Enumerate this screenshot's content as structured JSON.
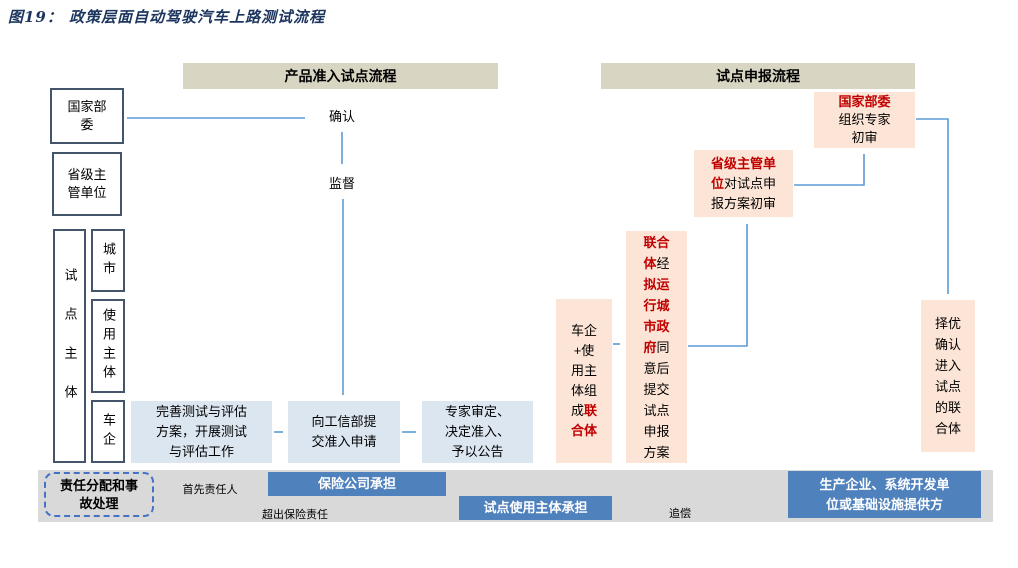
{
  "figure": {
    "title": "图19：  政策层面自动驾驶汽车上路测试流程"
  },
  "headers": {
    "admission": "产品准入试点流程",
    "application": "试点申报流程"
  },
  "left_column": {
    "national_ministries": "国家部委",
    "provincial_authority": "省级主管单位",
    "pilot_subject": "试点主体",
    "city": "城市",
    "user_subject": "使用主体",
    "automaker": "车企"
  },
  "admission_flow": {
    "confirm": "确认",
    "supervise": "监督",
    "step_improve": "完善测试与评估方案，开展测试与评估工作",
    "step_submit": "向工信部提交准入申请",
    "step_expert": "专家审定、决定准入、予以公告"
  },
  "application_flow": {
    "consortium": [
      {
        "t": "车企+使用主体组成"
      },
      {
        "t": "联合体",
        "c": "red"
      }
    ],
    "submit_plan": [
      {
        "t": "联合体",
        "c": "red"
      },
      {
        "t": "经"
      },
      {
        "t": "拟运行城市政府",
        "c": "red"
      },
      {
        "t": "同意后提交试点申报方案"
      }
    ],
    "provincial_review": [
      {
        "t": "省级主管单位",
        "c": "red"
      },
      {
        "t": "对试点申报方案初审"
      }
    ],
    "national_review": [
      {
        "t": "国家部委",
        "c": "red"
      },
      {
        "t": "组织专家初审"
      }
    ],
    "select_best": "择优确认进入试点的联合体"
  },
  "liability": {
    "responsibility": "责任分配和事故处理",
    "first_responsible": "首先责任人",
    "insurance_bears": "保险公司承担",
    "beyond_insurance": "超出保险责任",
    "pilot_user_bears": "试点使用主体承担",
    "recourse": "追偿",
    "producer": "生产企业、系统开发单位或基础设施提供方"
  },
  "colors": {
    "title_navy": "#1c355e",
    "header_tan": "#d9d5c3",
    "box_border": "#44546a",
    "light_blue": "#dce6f1",
    "peach": "#fce5d6",
    "red_text": "#c00000",
    "fill_blue": "#4f81bd",
    "gray_bar": "#d9d9d9",
    "arrow_blue": "#5b9bd5",
    "dashed_border": "#4472c4"
  }
}
